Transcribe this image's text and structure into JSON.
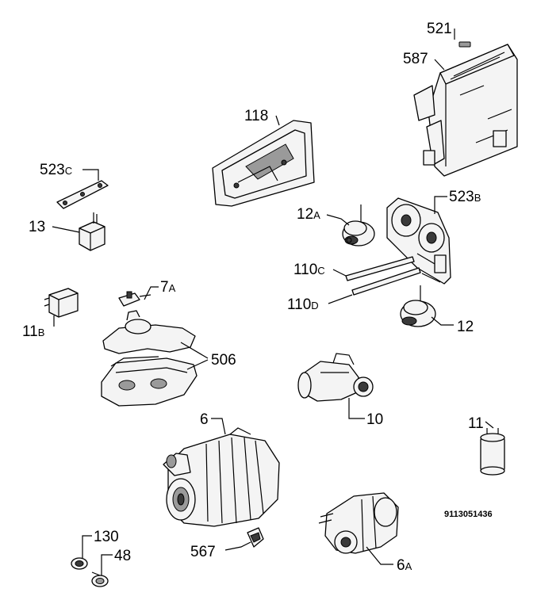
{
  "labels": {
    "p521": "521",
    "p587": "587",
    "p118": "118",
    "p523c_num": "523",
    "p523c_suf": "C",
    "p523b_num": "523",
    "p523b_suf": "B",
    "p13": "13",
    "p12a_num": "12",
    "p12a_suf": "A",
    "p110c_num": "110",
    "p110c_suf": "C",
    "p110d_num": "110",
    "p110d_suf": "D",
    "p12": "12",
    "p7a_num": "7",
    "p7a_suf": "A",
    "p11b_num": "11",
    "p11b_suf": "B",
    "p506": "506",
    "p10": "10",
    "p11": "11",
    "p6": "6",
    "p6a_num": "6",
    "p6a_suf": "A",
    "p130": "130",
    "p48": "48",
    "p567": "567"
  },
  "reference_code": "9113051436"
}
